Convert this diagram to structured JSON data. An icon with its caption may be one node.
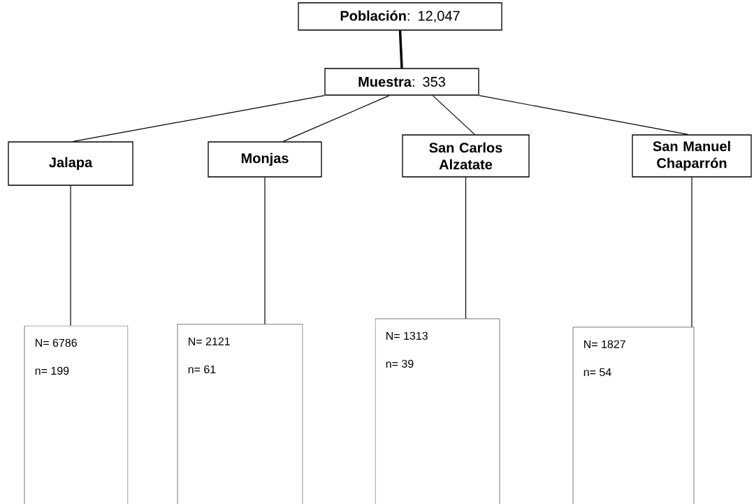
{
  "diagram": {
    "nodes": [
      {
        "text": [
          "**Población**: 12,047"
        ]
      },
      {
        "text": [
          "**Muestra**: 353"
        ]
      },
      {
        "text": [
          "Jalapa"
        ]
      },
      {
        "text": [
          "Monjas"
        ]
      },
      {
        "text": [
          "San Carlos Alzatate"
        ]
      },
      {
        "text": [
          "San Manuel Chaparrón"
        ]
      },
      {
        "text": [
          "N= 6786",
          "n= 199"
        ]
      },
      {
        "text": [
          "N= 2121",
          "n= 61"
        ]
      },
      {
        "text": [
          "N= 1313",
          "n= 39"
        ]
      },
      {
        "text": [
          "N= 1827",
          "n= 54"
        ]
      }
    ],
    "edges": [
      {
        "from": 0,
        "to": 1,
        "arrow": "none",
        "style": "thick"
      },
      {
        "from": 1,
        "to": 2,
        "arrow": "none"
      },
      {
        "from": 1,
        "to": 3,
        "arrow": "none"
      },
      {
        "from": 1,
        "to": 4,
        "arrow": "none"
      },
      {
        "from": 1,
        "to": 5,
        "arrow": "none"
      },
      {
        "from": 2,
        "to": 6,
        "arrow": "none"
      },
      {
        "from": 3,
        "to": 7,
        "arrow": "none"
      },
      {
        "from": 4,
        "to": 8,
        "arrow": "none"
      },
      {
        "from": 5,
        "to": 9,
        "arrow": "none"
      }
    ]
  }
}
